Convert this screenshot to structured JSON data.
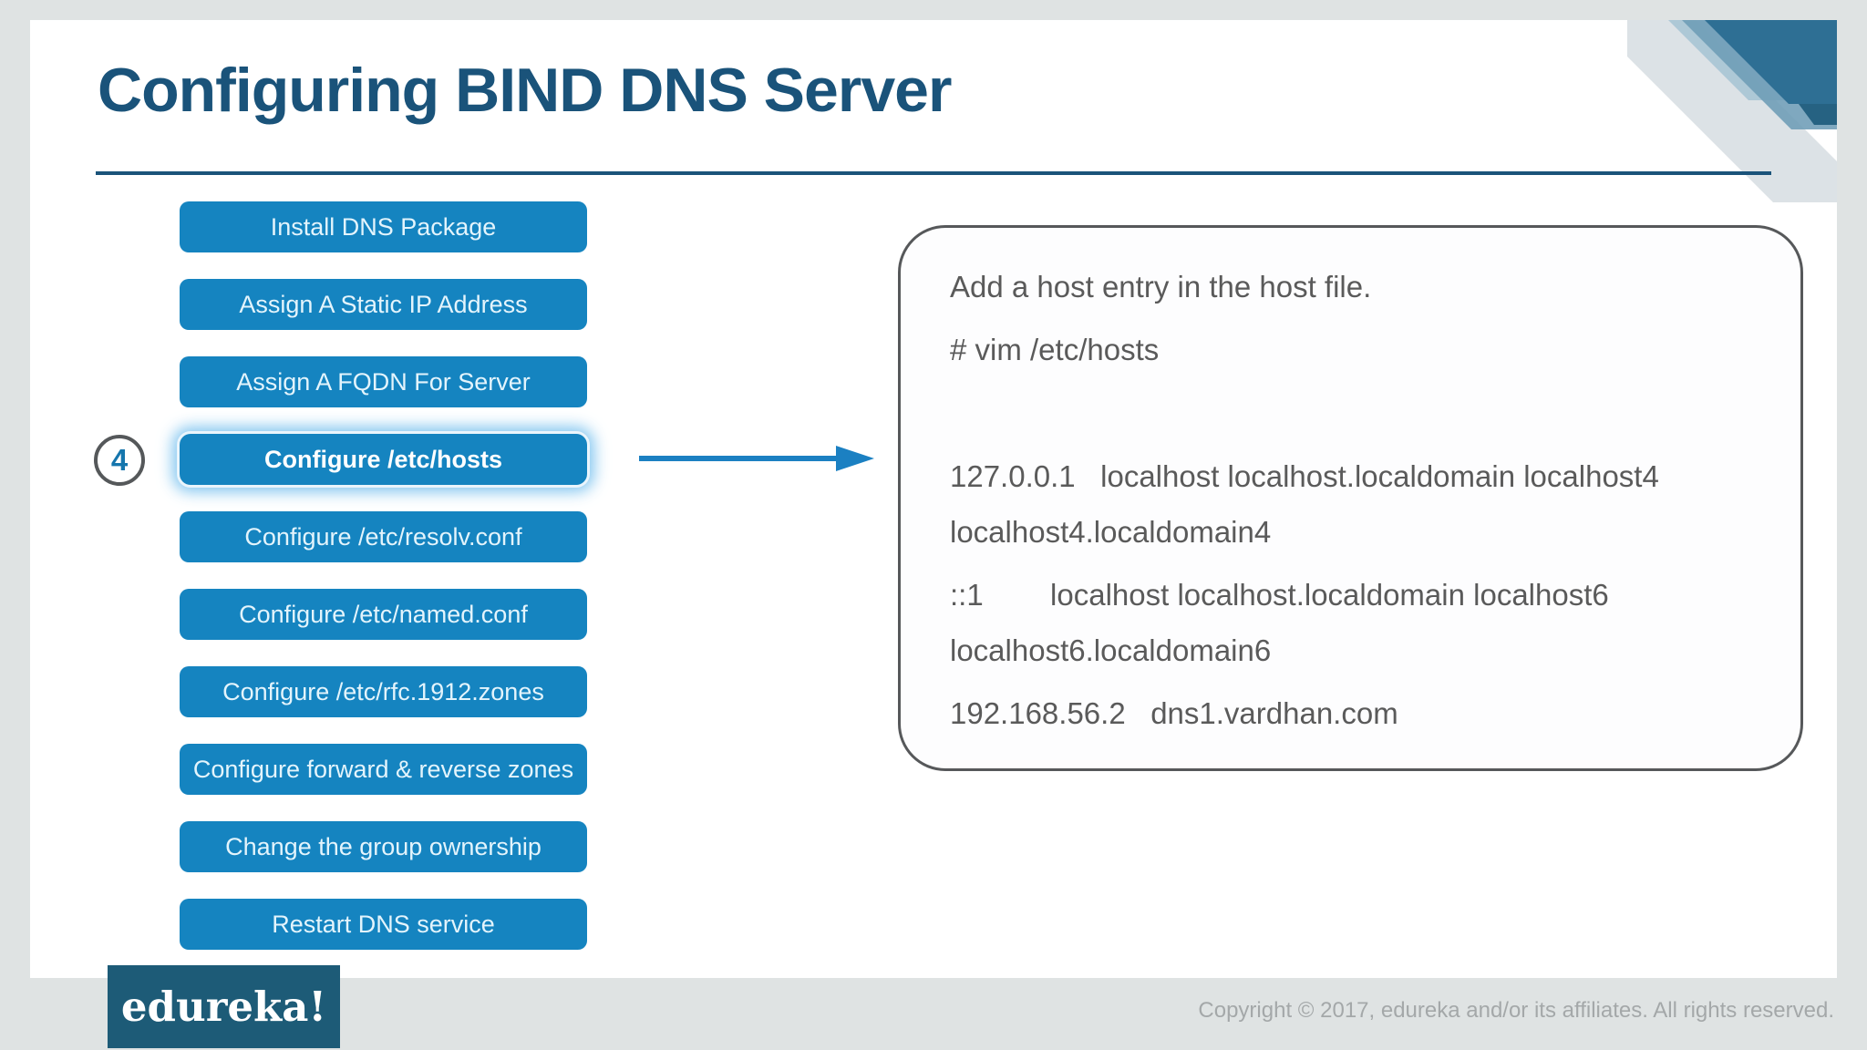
{
  "slide": {
    "title": "Configuring BIND DNS Server"
  },
  "steps": {
    "active_step_number": "4",
    "items": [
      {
        "label": "Install DNS Package",
        "active": false
      },
      {
        "label": "Assign A Static IP Address",
        "active": false
      },
      {
        "label": "Assign A FQDN For Server",
        "active": false
      },
      {
        "label": "Configure /etc/hosts",
        "active": true
      },
      {
        "label": "Configure /etc/resolv.conf",
        "active": false
      },
      {
        "label": "Configure /etc/named.conf",
        "active": false
      },
      {
        "label": "Configure /etc/rfc.1912.zones",
        "active": false
      },
      {
        "label": "Configure forward & reverse zones",
        "active": false
      },
      {
        "label": "Change the group ownership",
        "active": false
      },
      {
        "label": "Restart DNS service",
        "active": false
      }
    ]
  },
  "callout": {
    "intro": "Add a host entry in the host file.",
    "command": "# vim /etc/hosts",
    "entries": [
      "127.0.0.1   localhost localhost.localdomain localhost4 localhost4.localdomain4",
      "::1        localhost localhost.localdomain localhost6 localhost6.localdomain6",
      "192.168.56.2   dns1.vardhan.com"
    ]
  },
  "footer": {
    "logo_text": "edureka!",
    "copyright": "Copyright © 2017, edureka and/or its affiliates. All rights reserved."
  },
  "colors": {
    "page_bg": "#dfe3e3",
    "title_blue": "#1a537a",
    "button_blue": "#1584c0",
    "badge_number_blue": "#1576ad",
    "callout_border_gray": "#56585a",
    "callout_text_gray": "#5a5a5a",
    "logo_bg": "#1d5b77",
    "copyright_gray": "#a4a8a9",
    "ribbon_dark_blue": "#2e6f94",
    "ribbon_medium_blue": "#6d9cb6",
    "ribbon_light_blue": "#a4c3d2",
    "ribbon_pale_gray": "#dce2e6"
  }
}
